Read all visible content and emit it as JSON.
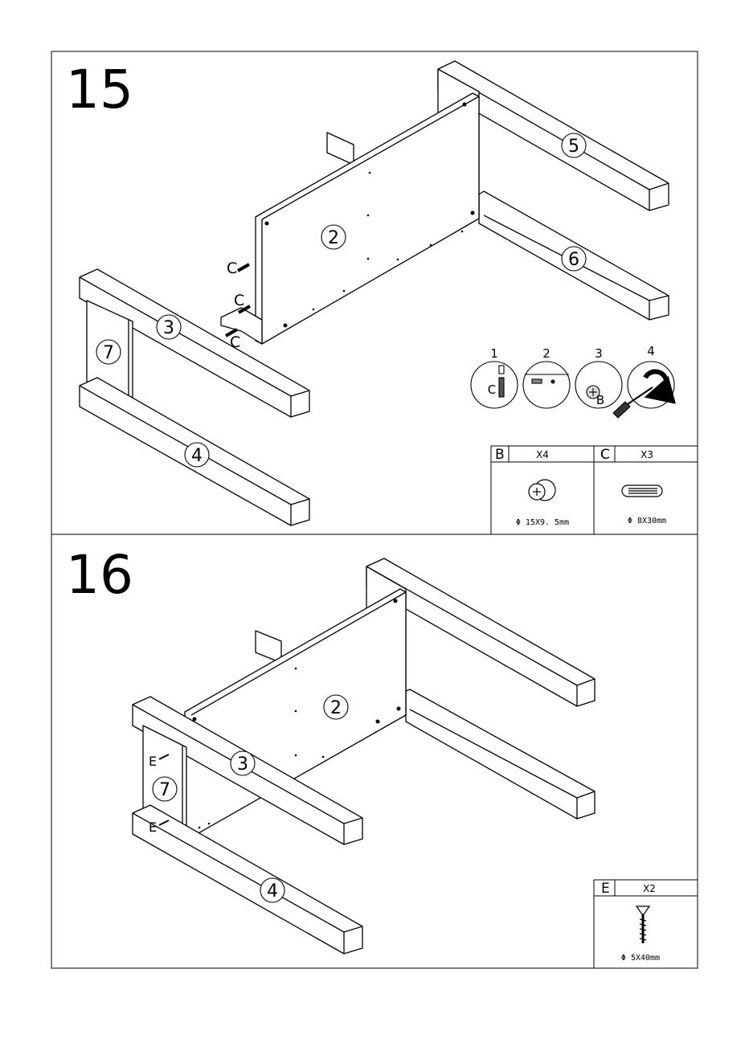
{
  "steps": [
    {
      "number": "15",
      "part_labels": {
        "p2": "2",
        "p3": "3",
        "p4": "4",
        "p5": "5",
        "p6": "6",
        "p7": "7"
      },
      "fastener_label": "C",
      "substeps": [
        "1",
        "2",
        "3",
        "4"
      ],
      "substep_letters": {
        "c": "C",
        "b": "B"
      },
      "hardware": [
        {
          "letter": "B",
          "qty": "X4",
          "size": "Φ 15X9. 5mm",
          "icon": "cam-lock-icon"
        },
        {
          "letter": "C",
          "qty": "X3",
          "size": "Φ 8X30mm",
          "icon": "wooden-dowel-icon"
        }
      ]
    },
    {
      "number": "16",
      "part_labels": {
        "p2": "2",
        "p3": "3",
        "p4": "4",
        "p7": "7"
      },
      "fastener_label": "E",
      "hardware": [
        {
          "letter": "E",
          "qty": "X2",
          "size": "Φ 5X40mm",
          "icon": "screw-icon"
        }
      ]
    }
  ]
}
